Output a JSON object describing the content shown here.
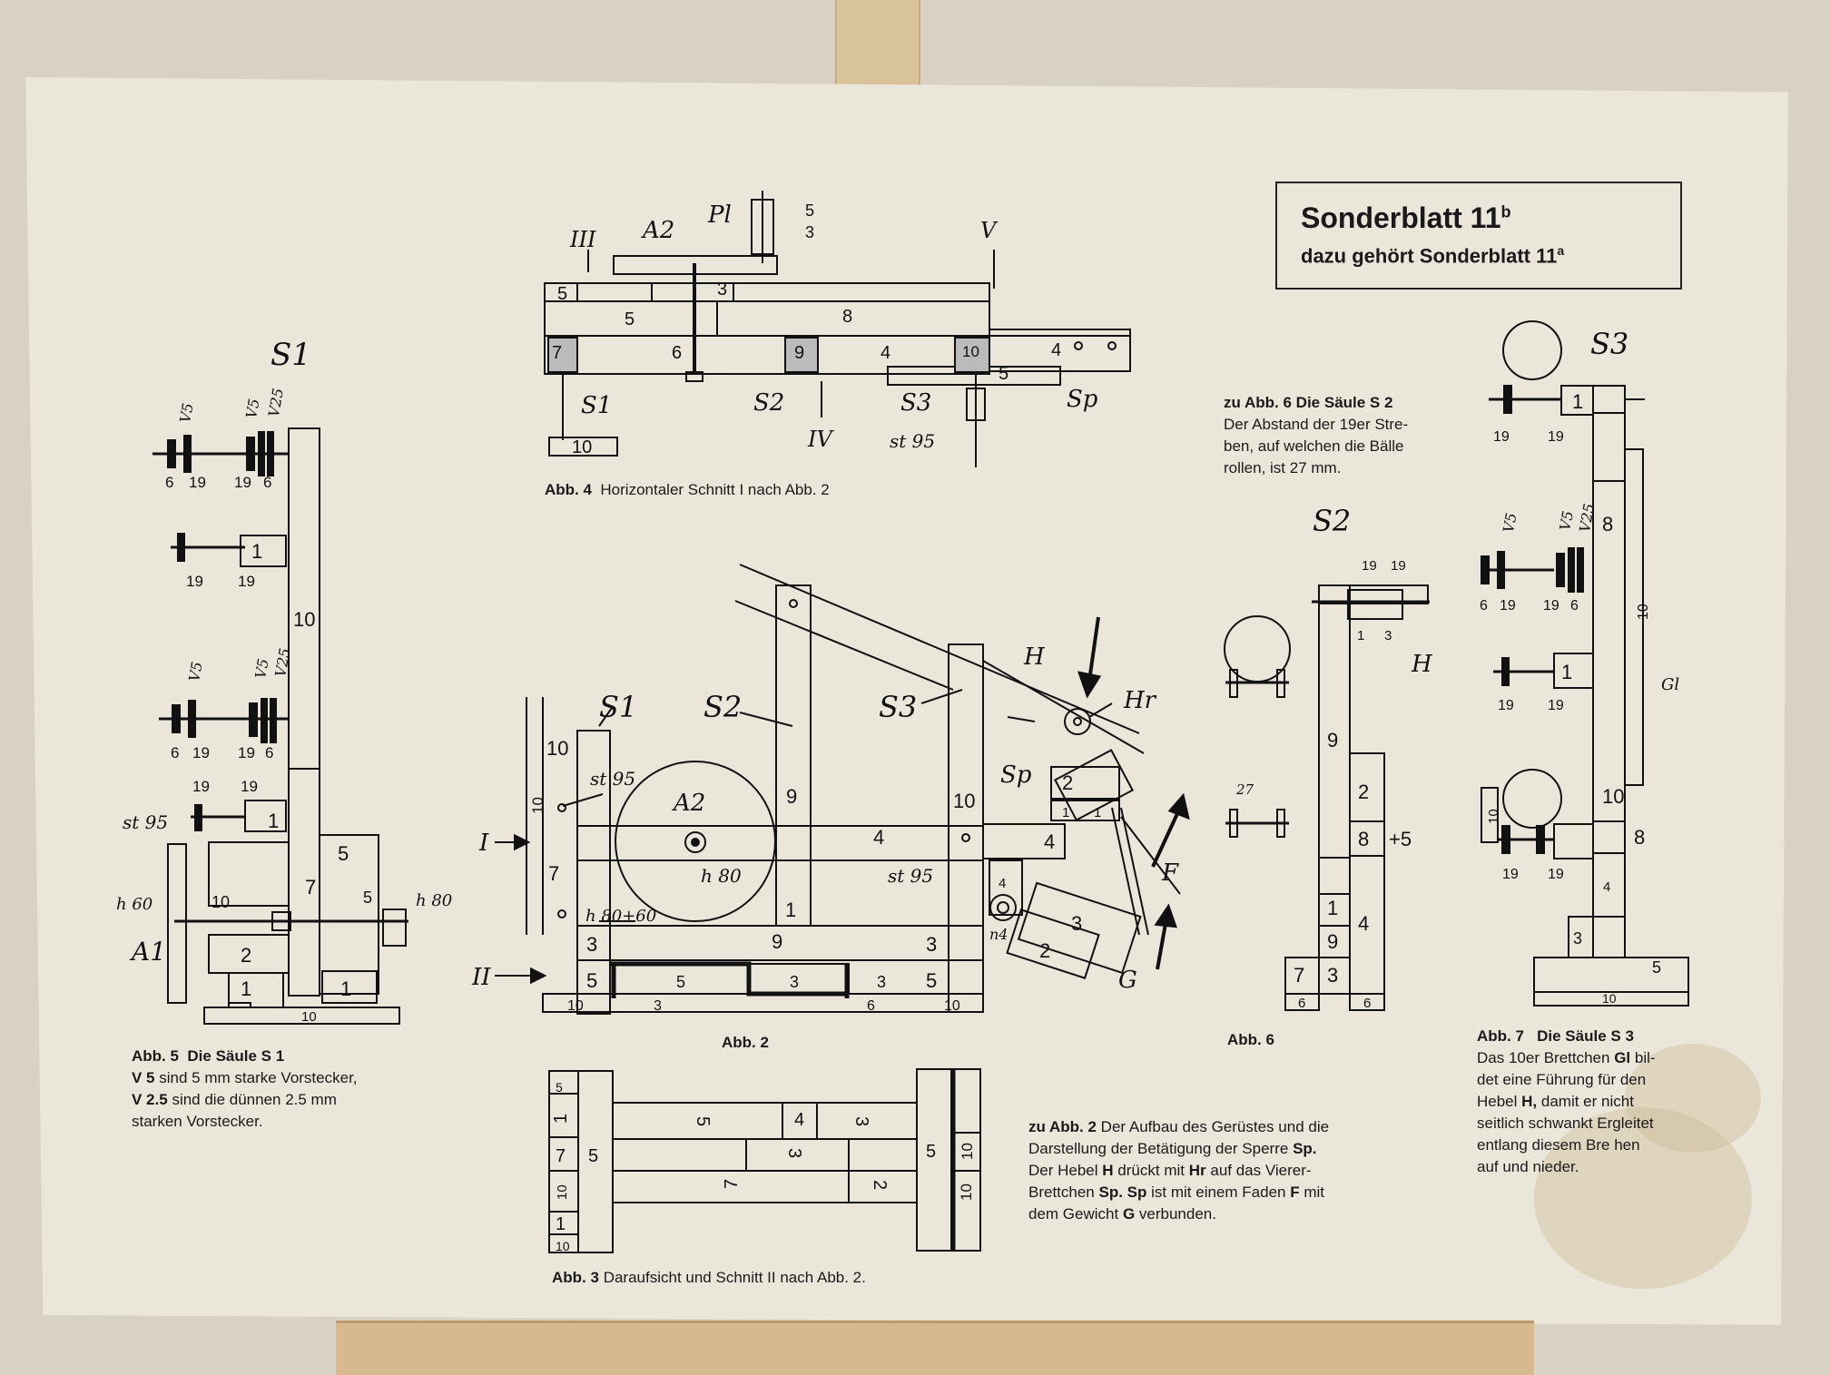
{
  "header": {
    "title": "Sonderblatt 11",
    "title_sup": "b",
    "subtitle": "dazu gehört Sonderblatt 11",
    "subtitle_sup": "a"
  },
  "captions": {
    "abb4": {
      "prefix": "Abb. 4",
      "text": "Horizontaler Schnitt I nach Abb. 2"
    },
    "abb5": {
      "prefix": "Abb. 5",
      "title": "Die Säule S 1",
      "line1_bold": "V 5",
      "line1": "sind 5 mm starke Vorstecker,",
      "line2_bold": "V 2.5",
      "line2": "sind die dünnen 2.5 mm",
      "line3": "starken Vorstecker."
    },
    "abb2": "Abb. 2",
    "abb3": {
      "prefix": "Abb. 3",
      "text": "Daraufsicht und Schnitt II nach Abb. 2."
    },
    "abb6": "Abb. 6",
    "zu_abb6": {
      "prefix": "zu Abb. 6",
      "title": "Die Säule S 2",
      "line1": "Der Abstand der 19er Stre-",
      "line2": "ben, auf welchen die Bälle",
      "line3": "rollen, ist 27 mm."
    },
    "zu_abb2": {
      "prefix": "zu Abb. 2",
      "line1": "Der Aufbau des Gerüstes und die",
      "line2": "Darstellung der Betätigung der Sperre",
      "line2_bold": "Sp.",
      "line3a": "Der Hebel",
      "line3b": "H",
      "line3c": "drückt mit",
      "line3d": "Hr",
      "line3e": "auf das Vierer-",
      "line4a": "Brettchen",
      "line4b": "Sp. Sp",
      "line4c": "ist mit einem Faden",
      "line4d": "F",
      "line4e": "mit",
      "line5a": "dem Gewicht",
      "line5b": "G",
      "line5c": "verbunden."
    },
    "abb7": {
      "prefix": "Abb. 7",
      "title": "Die Säule S 3",
      "line1a": "Das 10er Brettchen",
      "line1b": "Gl",
      "line1c": "bil-",
      "line2": "det eine Führung für den",
      "line3a": "Hebel",
      "line3b": "H,",
      "line3c": "damit er nicht",
      "line4": "seitlich schwankt Ergleitet",
      "line5": "entlang diesem Bre  hen",
      "line6": "auf und nieder."
    }
  },
  "labels": {
    "S1": "S1",
    "S2": "S2",
    "S3": "S3",
    "A1": "A1",
    "A2": "A2",
    "H": "H",
    "Hr": "Hr",
    "Sp": "Sp",
    "F": "F",
    "G": "G",
    "Gl": "Gl",
    "Pl": "Pl",
    "I": "I",
    "II": "II",
    "III": "III",
    "IV": "IV",
    "V": "V",
    "st95": "st 95",
    "h80": "h 80",
    "h60": "h 60",
    "h80_60": "h 80+60",
    "V5": "V5",
    "V25": "V25",
    "n4": "n4",
    "gap27": "27"
  }
}
